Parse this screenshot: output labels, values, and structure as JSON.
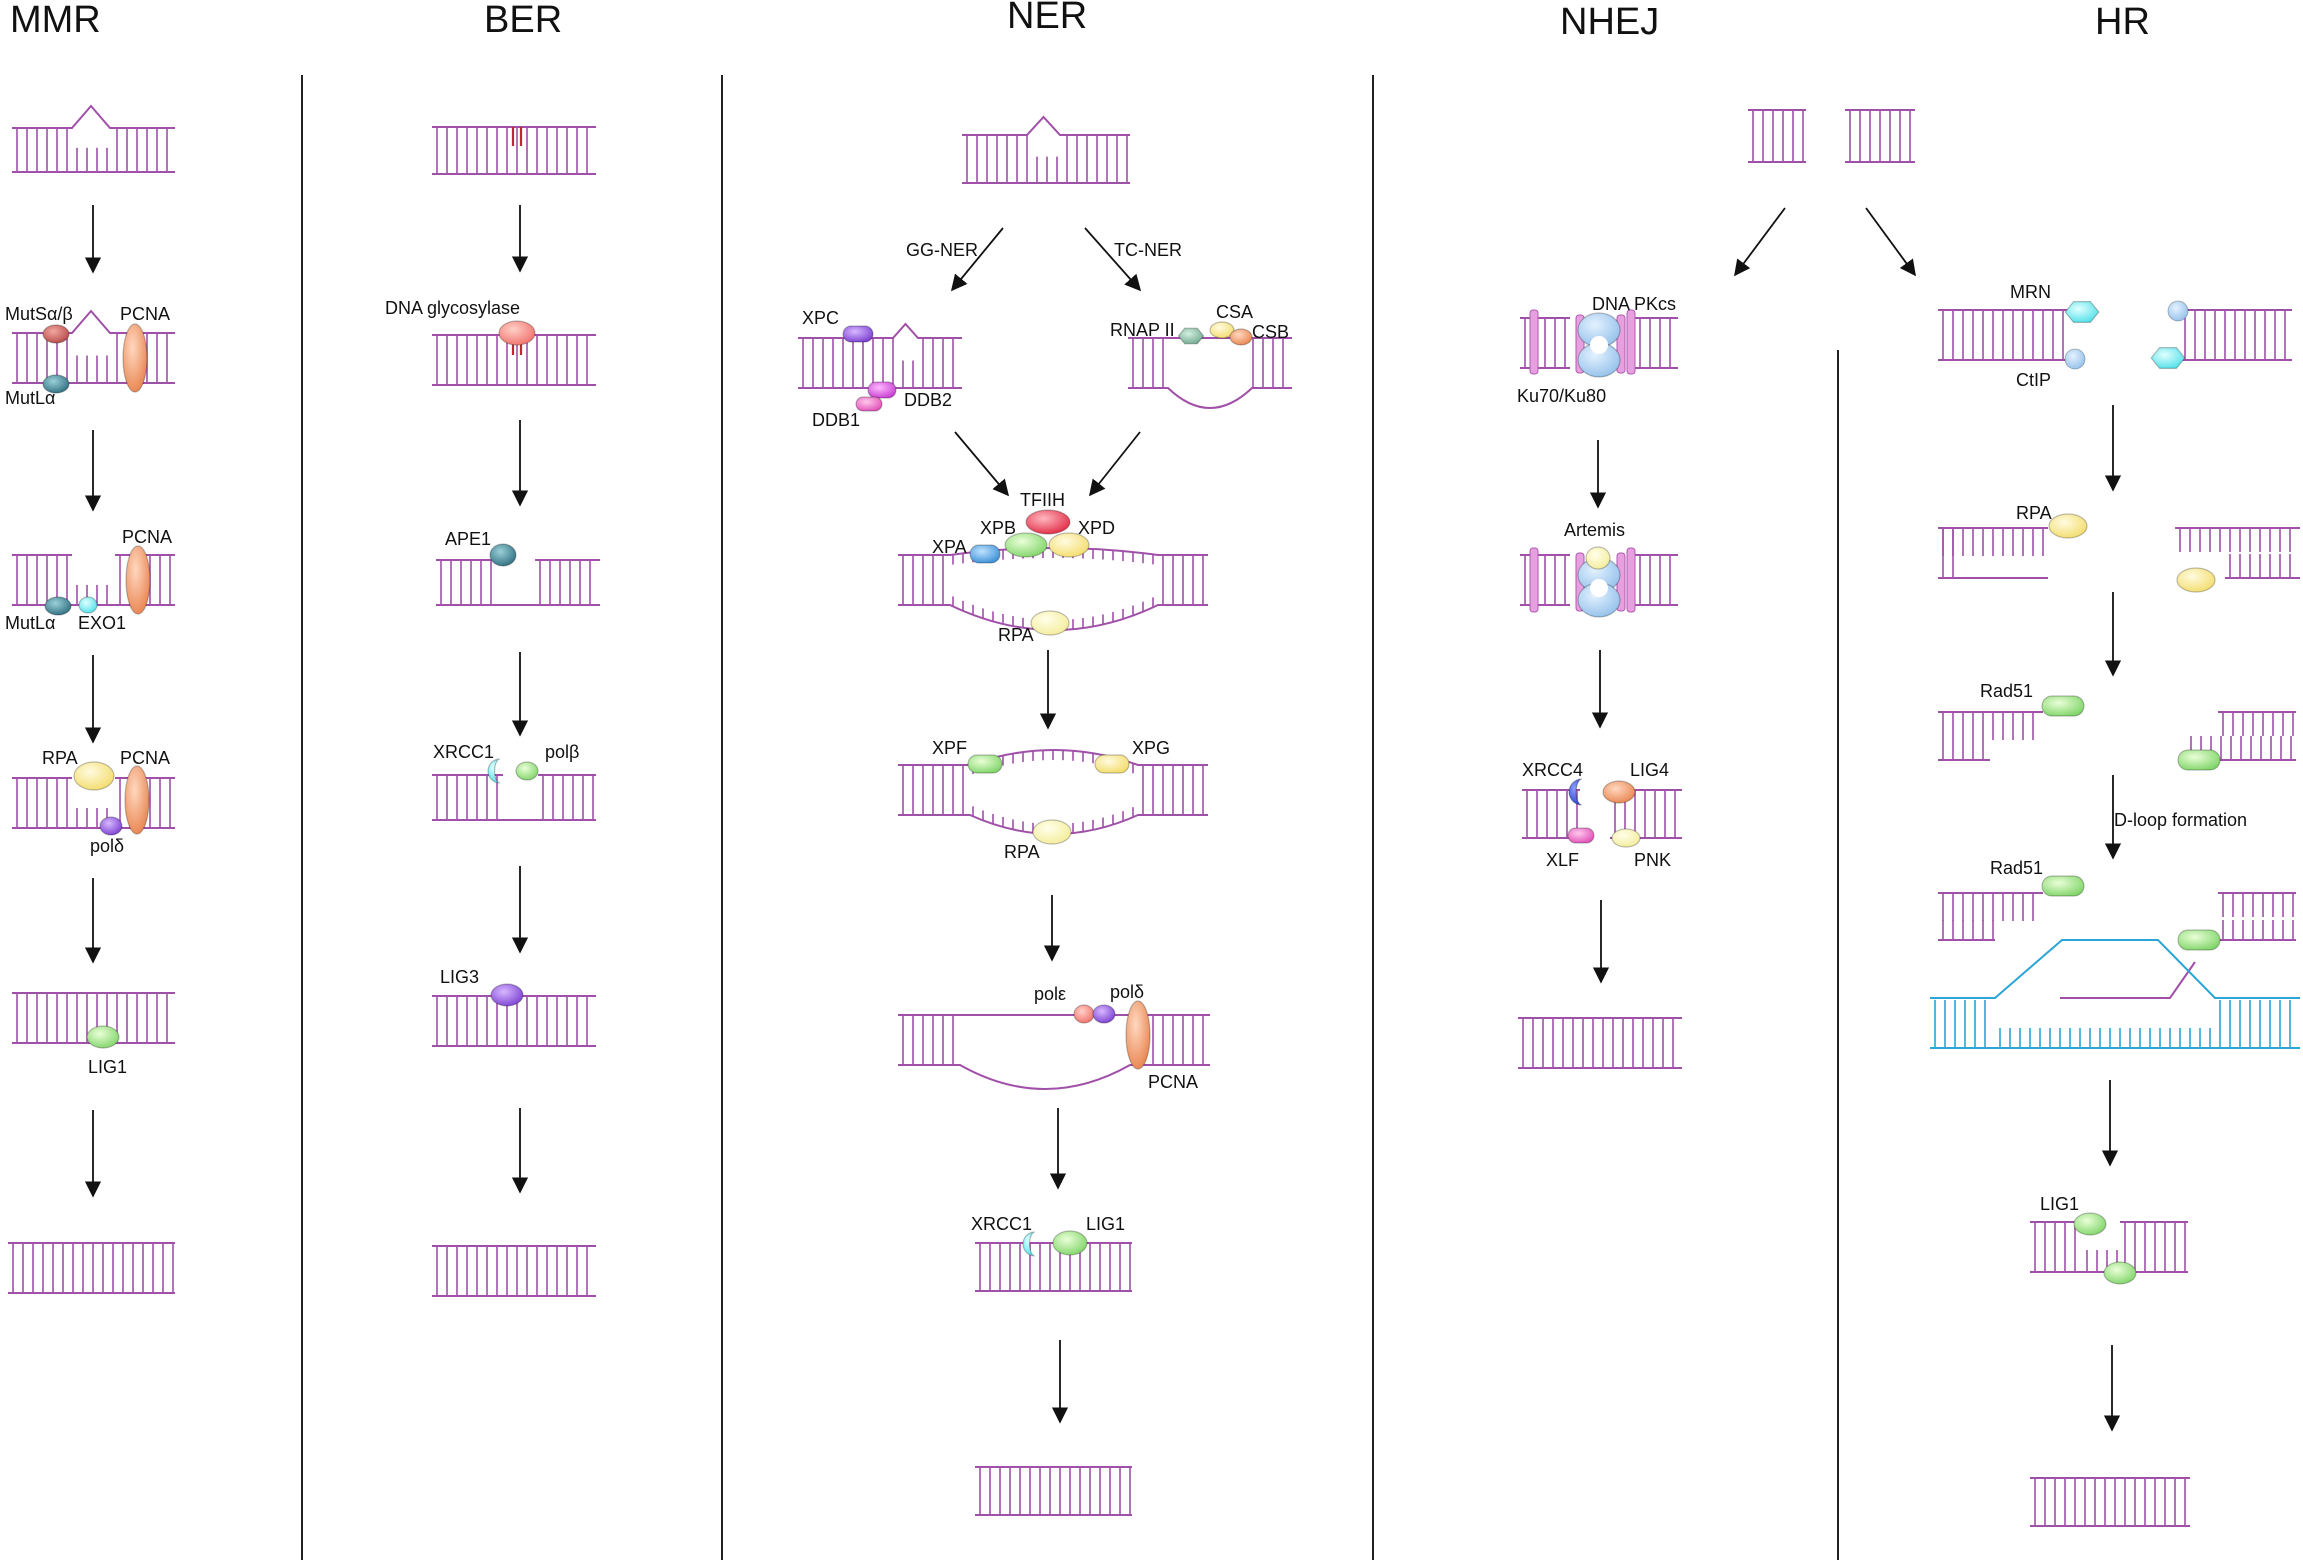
{
  "columns": {
    "mmr": {
      "title": "MMR",
      "labels": [
        "MutSα/β",
        "PCNA",
        "MutLα",
        "PCNA",
        "MutLα",
        "EXO1",
        "RPA",
        "PCNA",
        "polδ",
        "LIG1"
      ]
    },
    "ber": {
      "title": "BER",
      "labels": [
        "DNA glycosylase",
        "APE1",
        "XRCC1",
        "polβ",
        "LIG3"
      ]
    },
    "ner": {
      "title": "NER",
      "labels": [
        "GG-NER",
        "TC-NER",
        "XPC",
        "DDB1",
        "DDB2",
        "RNAP II",
        "CSA",
        "CSB",
        "TFIIH",
        "XPB",
        "XPD",
        "XPA",
        "RPA",
        "XPF",
        "XPG",
        "RPA",
        "polε",
        "polδ",
        "PCNA",
        "XRCC1",
        "LIG1"
      ]
    },
    "nhej": {
      "title": "NHEJ",
      "labels": [
        "DNA PKcs",
        "Ku70/Ku80",
        "Artemis",
        "XRCC4",
        "LIG4",
        "XLF",
        "PNK"
      ]
    },
    "hr": {
      "title": "HR",
      "labels": [
        "MRN",
        "CtIP",
        "RPA",
        "Rad51",
        "D-loop formation",
        "Rad51",
        "LIG1"
      ]
    }
  },
  "colors": {
    "dna": "#a050a8",
    "template_dna": "#2aa5d6",
    "lesion": "#c0282e",
    "divider": "#222222"
  }
}
